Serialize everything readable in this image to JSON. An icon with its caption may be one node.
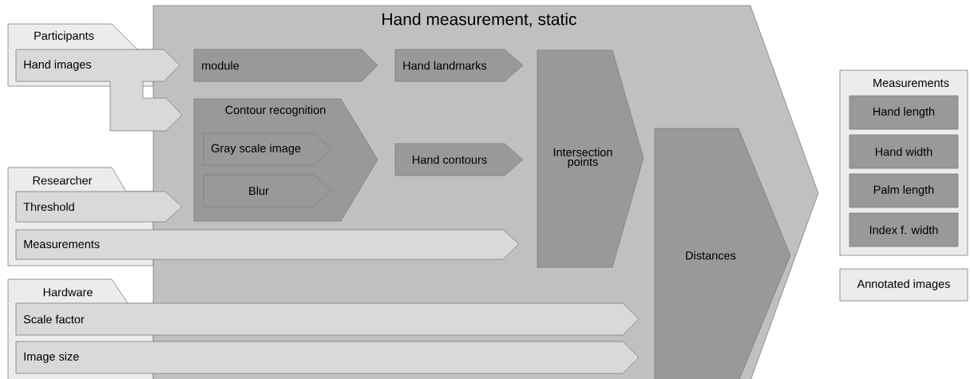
{
  "diagram": {
    "title": "Hand measurement, static",
    "nodes": [
      {
        "text": [
          "Participants"
        ]
      },
      {
        "text": [
          "Hand images"
        ]
      },
      {
        "text": [
          "Researcher"
        ]
      },
      {
        "text": [
          "Threshold"
        ]
      },
      {
        "text": [
          "Measurements"
        ]
      },
      {
        "text": [
          "Hardware"
        ]
      },
      {
        "text": [
          "Scale factor"
        ]
      },
      {
        "text": [
          "Image size"
        ]
      },
      {
        "text": [],
        "shape": "pentagon"
      },
      {
        "text": [
          "module"
        ],
        "in": 8
      },
      {
        "text": [
          "Hand landmarks"
        ],
        "in": 8
      },
      {
        "text": [
          "Contour recognition"
        ],
        "in": 8
      },
      {
        "text": [
          "Gray scale image"
        ],
        "in": 11
      },
      {
        "text": [
          "Blur"
        ],
        "in": 11
      },
      {
        "text": [
          "Hand contours"
        ],
        "in": 8
      },
      {
        "text": [
          "Intersection points"
        ],
        "in": 8
      },
      {
        "text": [
          "Distances"
        ],
        "in": 8
      },
      {
        "text": [
          "Measurements"
        ]
      },
      {
        "text": [
          "Hand length"
        ],
        "in": 17
      },
      {
        "text": [
          "Hand width"
        ],
        "in": 17
      },
      {
        "text": [
          "Palm length"
        ],
        "in": 17
      },
      {
        "text": [
          "Index f. width"
        ],
        "in": 17
      },
      {
        "text": [
          "Annotated images"
        ]
      }
    ]
  }
}
